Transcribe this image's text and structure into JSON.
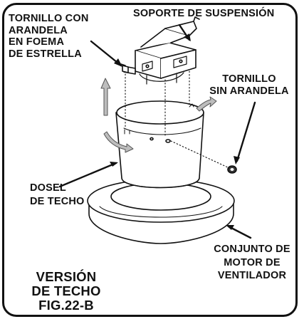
{
  "labels": {
    "screw_with_washer": "TORNILLO CON\nARANDELA\nEN FOEMA\nDE ESTRELLA",
    "suspension_bracket": "SOPORTE DE SUSPENSIÓN",
    "screw_without_washer": "TORNILLO\nSIN ARANDELA",
    "ceiling_canopy": "DOSEL\nDE TECHO",
    "fan_motor_assembly": "CONJUNTO DE\nMOTOR DE\nVENTILADOR"
  },
  "caption": "VERSIÓN\nDE TECHO\nFIG.22-B",
  "colors": {
    "line": "#111111",
    "arrow_fill": "#9a9a9a",
    "background": "#ffffff"
  }
}
